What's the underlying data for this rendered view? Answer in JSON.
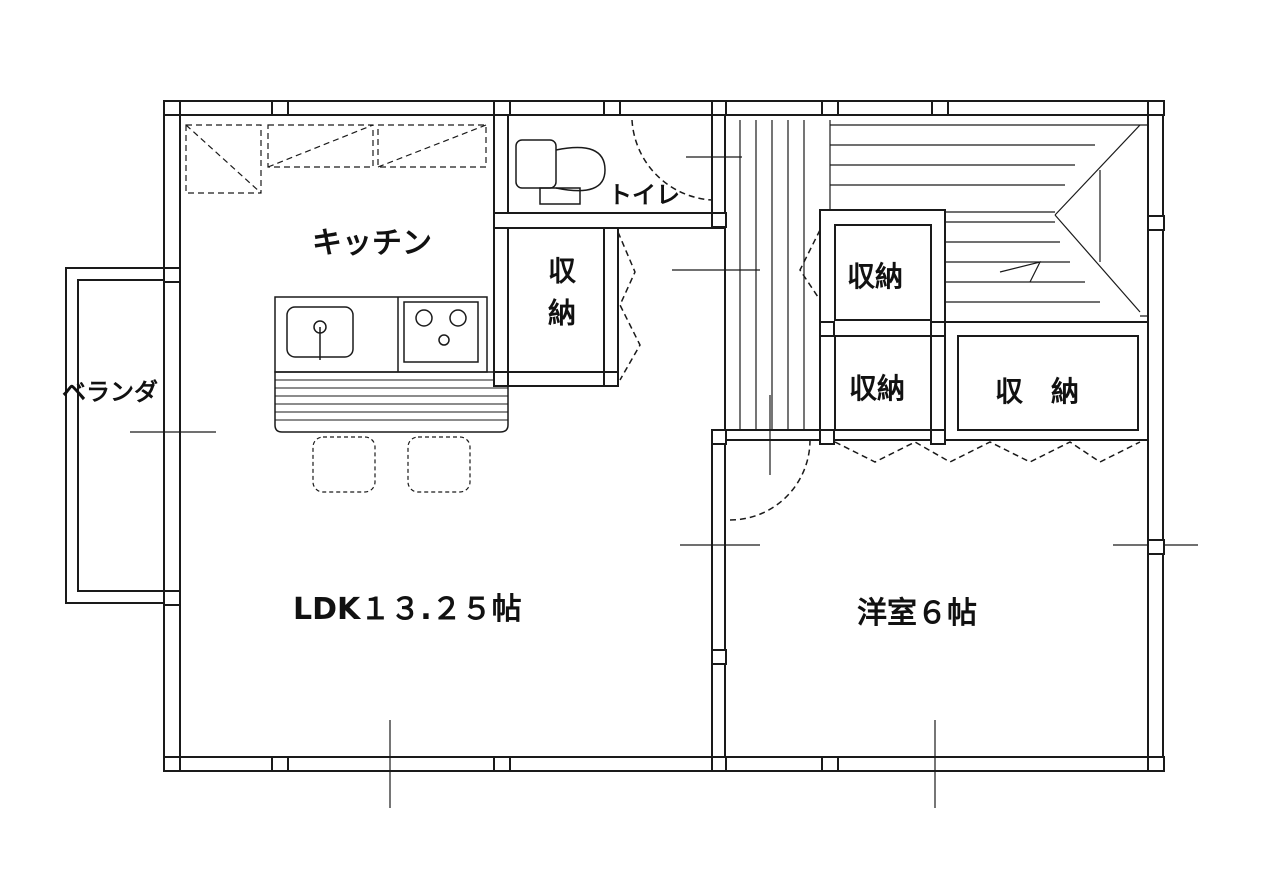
{
  "floor_plan": {
    "rooms": {
      "kitchen": "キッチン",
      "toilet": "トイレ",
      "veranda": "ベランダ",
      "ldk": "LDK１３.２５帖",
      "western_room": "洋室６帖"
    },
    "storage": {
      "closet_vertical": "収納",
      "closet_upper": "収納",
      "closet_middle": "収納",
      "closet_wide": "収　納"
    }
  }
}
